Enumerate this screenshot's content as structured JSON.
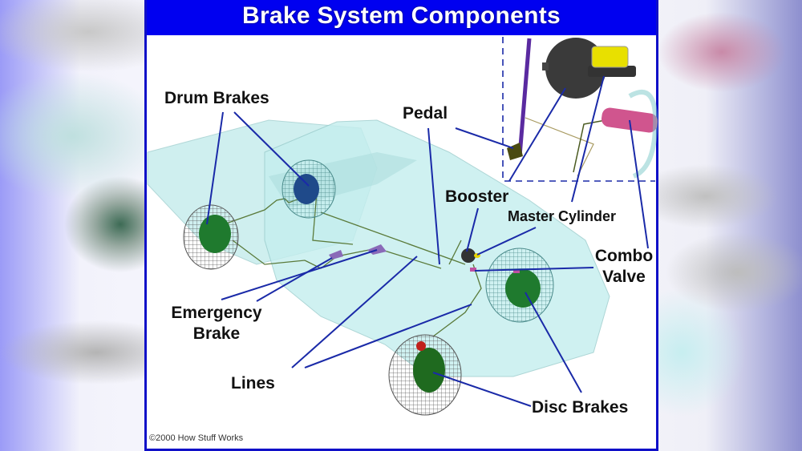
{
  "title": "Brake System Components",
  "labels": {
    "drum_brakes": "Drum Brakes",
    "pedal": "Pedal",
    "booster": "Booster",
    "master_cylinder": "Master Cylinder",
    "combo_valve_line1": "Combo",
    "combo_valve_line2": "Valve",
    "emergency_brake_line1": "Emergency",
    "emergency_brake_line2": "Brake",
    "lines": "Lines",
    "disc_brakes": "Disc Brakes"
  },
  "copyright": "©2000 How Stuff Works",
  "colors": {
    "frame_blue": "#0000f0",
    "leader_line": "#1a2aa8",
    "car_body": "#bfeaea",
    "drum": "#1f7a2e",
    "booster": "#333333",
    "master_cylinder_reservoir": "#e8d400",
    "combo_valve": "#d0558e",
    "pedal_arm": "#5a2aa0"
  }
}
